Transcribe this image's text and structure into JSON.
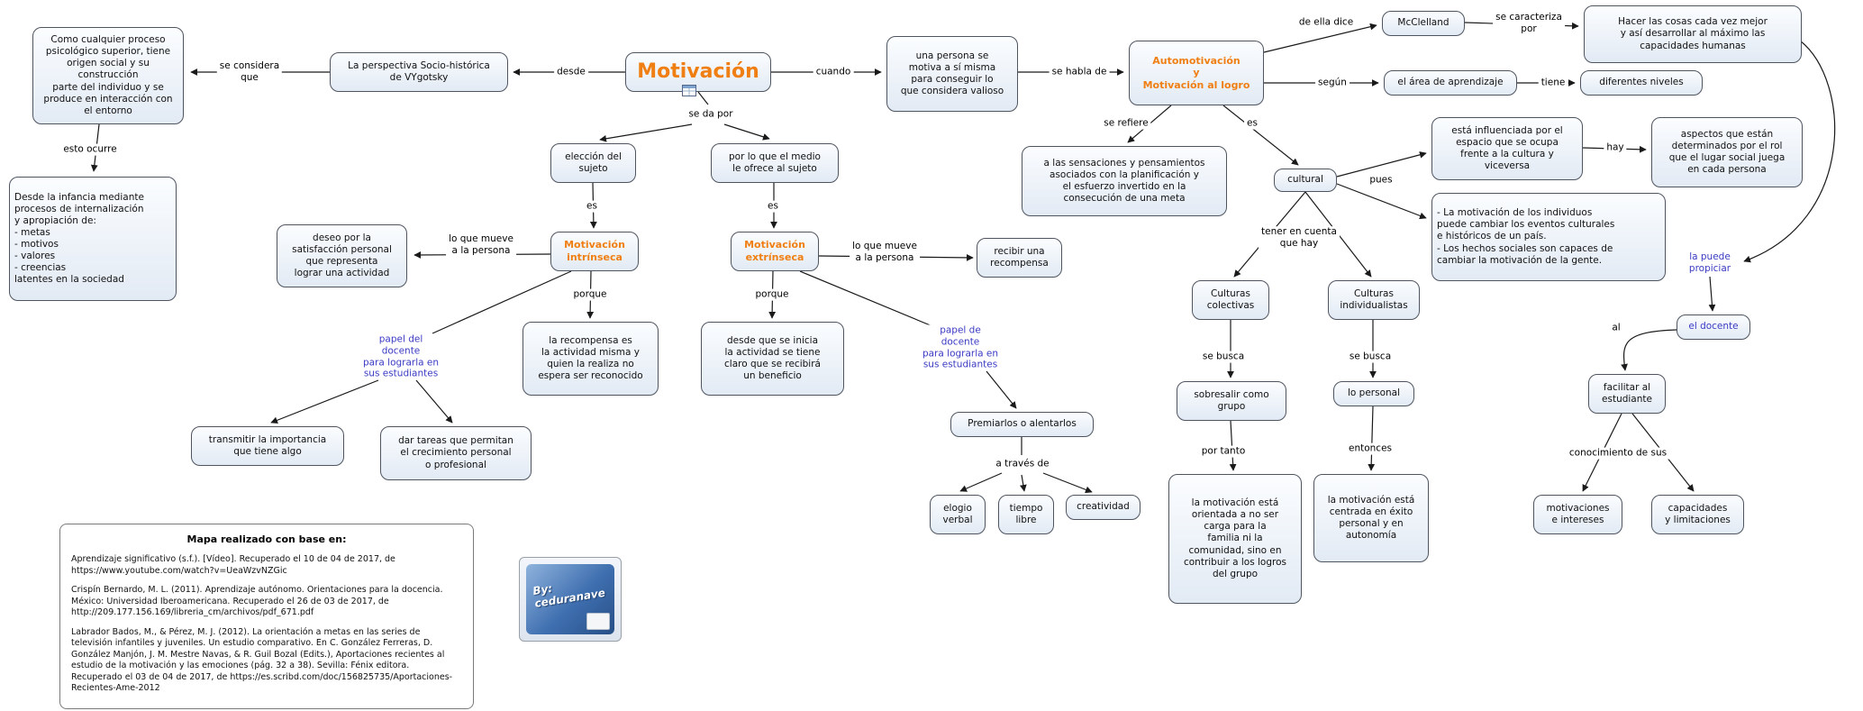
{
  "colors": {
    "accent_orange": "#f07f13",
    "accent_blue": "#3b3bc4",
    "node_fill": "#e2eaf4",
    "node_border": "#4f5560",
    "line": "#1a1a1a"
  },
  "map": {
    "nodes": {
      "motivacion": "Motivación",
      "proceso": "Como cualquier proceso\npsicológico superior, tiene\norigen social y su construcción\nparte del individuo y se\nproduce en interacción con\nel entorno",
      "infancia": "Desde la infancia mediante\nprocesos de internalización\ny apropiación de:\n- metas\n- motivos\n- valores\n- creencias\nlatentes en la sociedad",
      "perspectiva": "La perspectiva Socio-histórica\nde VYgotsky",
      "persona": "una persona se\nmotiva a sí misma\npara conseguir lo\nque considera valioso",
      "automotivacion": "Automotivación\ny\nMotivación al logro",
      "mcclelland": "McClelland",
      "hacer": "Hacer las cosas cada vez mejor\ny así desarrollar al máximo las\ncapacidades humanas",
      "area": "el área de aprendizaje",
      "niveles": "diferentes niveles",
      "sensaciones": "a las sensaciones y pensamientos\nasociados con la planificación y\nel esfuerzo invertido en la\nconsecución de una meta",
      "cultural": "cultural",
      "influenciada": "está influenciada por el\nespacio que se ocupa\nfrente a la cultura y\nviceversa",
      "aspectos": "aspectos que están\ndeterminados por el rol\nque el lugar social juega\nen cada persona",
      "individuos": "- La motivación de los individuos\npuede cambiar los eventos culturales\ne históricos de un país.\n- Los hechos sociales son capaces de\ncambiar la motivación de la gente.",
      "colectivas": "Culturas\ncolectivas",
      "individualistas": "Culturas\nindividualistas",
      "sobresalir": "sobresalir como\ngrupo",
      "orientada": "la motivación está\norientada a no ser\ncarga para la\nfamilia ni la\ncomunidad, sino en\ncontribuir a los logros\ndel grupo",
      "personal": "lo personal",
      "centrada": "la motivación está\ncentrada en éxito\npersonal y en\nautonomía",
      "docente": "el docente",
      "facilitar": "facilitar al\nestudiante",
      "motivaciones": "motivaciones\ne intereses",
      "capacidades": "capacidades\ny limitaciones",
      "eleccion": "elección del\nsujeto",
      "medio": "por lo que el medio\nle ofrece al sujeto",
      "intrinseca": "Motivación\nintrínseca",
      "extrinseca": "Motivación\nextrínseca",
      "deseo": "deseo por la\nsatisfacción personal\nque representa\nlograr una actividad",
      "recompensa": "la recompensa es\nla actividad misma y\nquien la realiza no\nespera ser reconocido",
      "transmitir": "transmitir la importancia\nque tiene algo",
      "tareas": "dar tareas que permitan\nel crecimiento personal\no profesional",
      "recibir": "recibir una\nrecompensa",
      "inicia": "desde que se inicia\nla actividad se tiene\nclaro que se recibirá\nun beneficio",
      "premiarlos": "Premiarlos o alentarlos",
      "elogio": "elogio\nverbal",
      "tiempo": "tiempo\nlibre",
      "creatividad": "creatividad"
    },
    "labels": {
      "se_considera": "se considera\nque",
      "esto_ocurre": "esto ocurre",
      "desde": "desde",
      "cuando": "cuando",
      "se_habla": "se habla de",
      "de_ella": "de ella dice",
      "se_caracteriza": "se caracteriza\npor",
      "segun": "según",
      "tiene": "tiene",
      "se_refiere": "se refiere",
      "es_cultural": "es",
      "pues": "pues",
      "hay": "hay",
      "tener_cuenta": "tener en cuenta\nque hay",
      "se_busca_1": "se busca",
      "por_tanto": "por tanto",
      "se_busca_2": "se busca",
      "entonces": "entonces",
      "la_puede": "la puede\npropiciar",
      "al": "al",
      "conocimiento": "conocimiento de sus",
      "se_da_por": "se da por",
      "es_1": "es",
      "es_2": "es",
      "lo_que_mueve_1": "lo que mueve\na la persona",
      "porque_1": "porque",
      "papel_del": "papel del\ndocente\npara lograrla en\nsus estudiantes",
      "lo_que_mueve_2": "lo que mueve\na la persona",
      "porque_2": "porque",
      "papel_de": "papel de\ndocente\npara lograrla en\nsus estudiantes",
      "a_traves": "a través de"
    },
    "references": {
      "title": "Mapa realizado con base en:",
      "items": [
        "Aprendizaje significativo (s.f.). [Vídeo]. Recuperado el 10 de 04 de 2017, de https://www.youtube.com/watch?v=UeaWzvNZGic",
        "Crispín Bernardo, M. L. (2011). Aprendizaje autónomo. Orientaciones para la docencia. México: Universidad Iberoamericana. Recuperado el 26 de 03 de 2017, de http://209.177.156.169/libreria_cm/archivos/pdf_671.pdf",
        "Labrador Bados, M., & Pérez, M. J. (2012). La orientación a metas en las series de televisión infantiles y juveniles. Un estudio comparativo. En C. González Ferreras, D. González Manjón, J. M. Mestre Navas, & R. Guil Bozal (Edits.),  Aportaciones recientes al estudio de la motivación y las emociones (pág. 32 a 38). Sevilla: Fénix editora. Recuperado el 03 de 04 de 2017, de https://es.scribd.com/doc/156825735/Aportaciones-Recientes-Ame-2012"
      ]
    },
    "badge": {
      "text": "By: ceduranave"
    }
  }
}
